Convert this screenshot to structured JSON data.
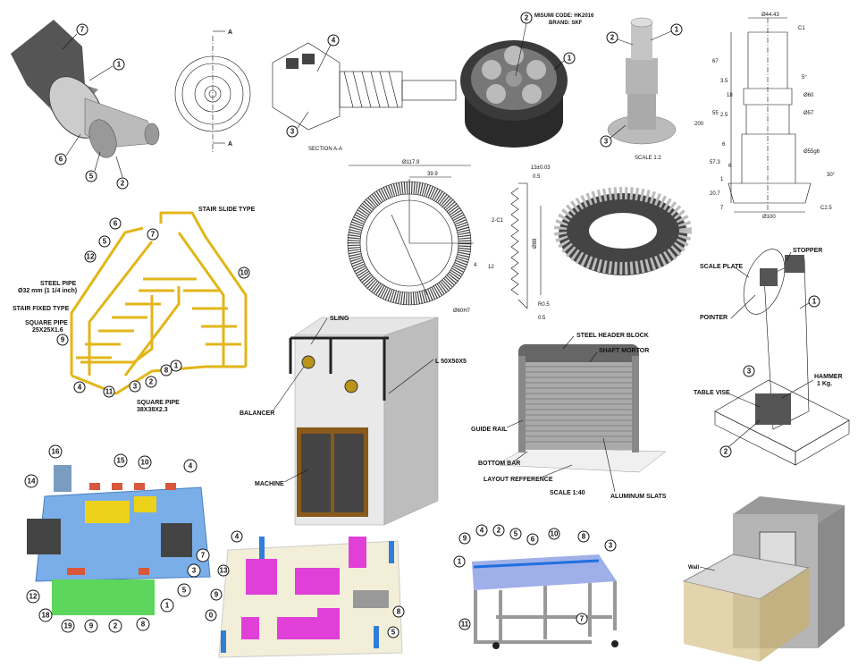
{
  "pinion": {
    "balloons": [
      "7",
      "1",
      "6",
      "5",
      "2"
    ]
  },
  "front_view": {
    "section_marks": [
      "A",
      "A"
    ]
  },
  "section_view": {
    "balloons": [
      "4",
      "3"
    ],
    "caption": "SECTION A-A"
  },
  "gear_holes": {
    "balloons": [
      "2",
      "1"
    ],
    "code": "MISUMI CODE: HK2016",
    "brand": "BRAND: SKF"
  },
  "shaft": {
    "balloons": [
      "1",
      "2",
      "3"
    ],
    "scale": "SCALE 1:2"
  },
  "shaft_drawing": {
    "dims": [
      "Ø44.43",
      "C1",
      "67",
      "200",
      "3.5",
      "18",
      "Ø60",
      "55",
      "2.5",
      "Ø57",
      "6",
      "Ø55g6",
      "57.3",
      "6",
      "1",
      "20.7",
      "7",
      "Ø100",
      "C2.5",
      "30°",
      "5°"
    ]
  },
  "gear_face": {
    "dims": [
      "Ø117.9",
      "39.9",
      "Ø60H7",
      "4",
      "12"
    ]
  },
  "gear_profile": {
    "dims": [
      "13±0.03",
      "0.5",
      "2-C1",
      "Ø88",
      "R0.5",
      "0.5"
    ]
  },
  "stairs": {
    "labels": [
      "STAIR SLIDE TYPE",
      "STEEL PIPE",
      "Ø32 mm (1 1/4 inch)",
      "STAIR FIXED TYPE",
      "SQUARE PIPE",
      "25X25X1.6",
      "SQUARE PIPE",
      "38X38X2.3"
    ],
    "balloons": [
      "6",
      "5",
      "7",
      "12",
      "10",
      "9",
      "4",
      "11",
      "3",
      "2",
      "8",
      "1"
    ]
  },
  "machine": {
    "labels": [
      "SLING",
      "L 50X50X5",
      "BALANCER",
      "MACHINE"
    ]
  },
  "shutter": {
    "labels": [
      "STEEL HEADER BLOCK",
      "SHAFT MORTOR",
      "GUIDE RAIL",
      "BOTTOM BAR",
      "LAYOUT REFFERENCE",
      "SCALE 1:40",
      "ALUMINUM SLATS"
    ]
  },
  "impact_tester": {
    "labels": [
      "STOPPER",
      "SCALE PLATE",
      "POINTER",
      "HAMMER",
      "1 Kg.",
      "TABLE VISE"
    ],
    "balloons": [
      "1",
      "3",
      "2"
    ]
  },
  "fixture": {
    "balloons": [
      "16",
      "15",
      "10",
      "4",
      "14",
      "7",
      "3",
      "5",
      "1",
      "8",
      "2",
      "9",
      "19",
      "18",
      "12"
    ]
  },
  "magenta_fixture": {
    "balloons": [
      "4",
      "13",
      "9",
      "0",
      "8",
      "5"
    ]
  },
  "conveyor": {
    "balloons": [
      "1",
      "9",
      "4",
      "2",
      "5",
      "6",
      "10",
      "8",
      "3",
      "7",
      "11"
    ]
  },
  "room": {
    "label": "Wall"
  },
  "colors": {
    "yellow": "#e2b618",
    "magenta": "#e040d8",
    "blue": "#4a90e2",
    "green": "#5cd65c",
    "brown": "#8a5a1a"
  }
}
